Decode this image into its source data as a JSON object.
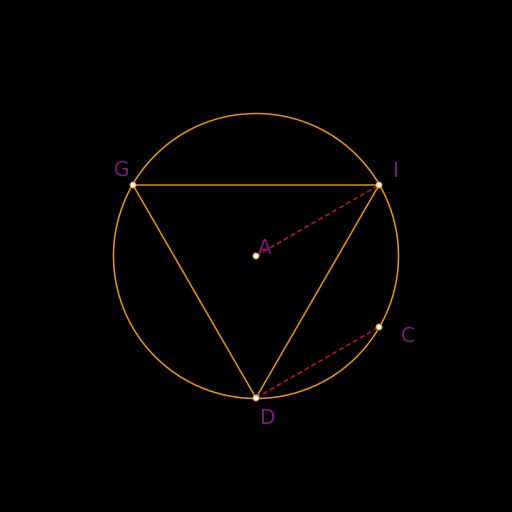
{
  "diagram": {
    "colors": {
      "background": "#000000",
      "circle": "#e08e1b",
      "triangle": "#e08e1b",
      "dashed": "#b0191e",
      "point_fill": "#ffffff",
      "label": "#7a1a7a"
    },
    "points": {
      "A": {
        "label": "A"
      },
      "G": {
        "label": "G"
      },
      "I": {
        "label": "I"
      },
      "D": {
        "label": "D"
      },
      "C": {
        "label": "C"
      }
    }
  }
}
